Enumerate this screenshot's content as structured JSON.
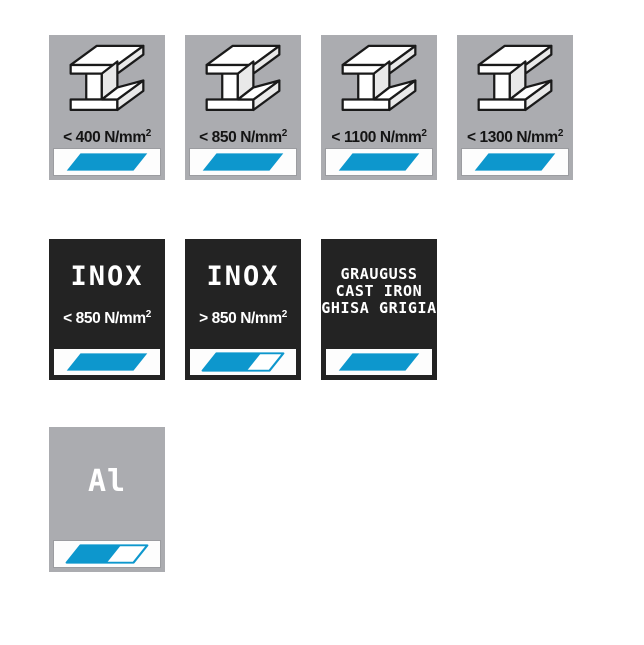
{
  "page": {
    "title": "Material capability chart",
    "background_color": "#ffffff"
  },
  "colors": {
    "accent_blue": "#0d97cd",
    "tile_grey": "#abacb0",
    "tile_dark": "#232323",
    "text_dark": "#141414",
    "text_light": "#ffffff",
    "gauge_fill": "#fdfdfd",
    "gauge_border": "#9b9ca0",
    "beam_stroke": "#1a1a1a",
    "beam_face": "#ffffff",
    "beam_face_shade": "#e9e9e9"
  },
  "rows": [
    {
      "row_name": "steel-row",
      "tiles": [
        {
          "id": "steel-400",
          "theme": "grey",
          "icon": "i-beam-icon",
          "strength_label": "< 400 N/mm",
          "strength_unit_sup": "2",
          "gauge_fill_ratio": 1.0,
          "gauge_style": "solid"
        },
        {
          "id": "steel-850",
          "theme": "grey",
          "icon": "i-beam-icon",
          "strength_label": "< 850 N/mm",
          "strength_unit_sup": "2",
          "gauge_fill_ratio": 1.0,
          "gauge_style": "solid"
        },
        {
          "id": "steel-1100",
          "theme": "grey",
          "icon": "i-beam-icon",
          "strength_label": "< 1100 N/mm",
          "strength_unit_sup": "2",
          "gauge_fill_ratio": 1.0,
          "gauge_style": "solid"
        },
        {
          "id": "steel-1300",
          "theme": "grey",
          "icon": "i-beam-icon",
          "strength_label": "< 1300 N/mm",
          "strength_unit_sup": "2",
          "gauge_fill_ratio": 1.0,
          "gauge_style": "solid"
        }
      ]
    },
    {
      "row_name": "stainless-and-castiron-row",
      "tiles": [
        {
          "id": "inox-below-850",
          "theme": "dark",
          "wordmark_lines": [
            "INOX"
          ],
          "wordmark_size": "big",
          "strength_label": "< 850 N/mm",
          "strength_unit_sup": "2",
          "gauge_fill_ratio": 1.0,
          "gauge_style": "solid"
        },
        {
          "id": "inox-above-850",
          "theme": "dark",
          "wordmark_lines": [
            "INOX"
          ],
          "wordmark_size": "big",
          "strength_label": "> 850 N/mm",
          "strength_unit_sup": "2",
          "gauge_fill_ratio": 0.55,
          "gauge_style": "partial"
        },
        {
          "id": "cast-iron",
          "theme": "dark",
          "wordmark_lines": [
            "GRAUGUSS",
            "CAST IRON",
            "GHISA GRIGIA"
          ],
          "wordmark_size": "multi",
          "strength_label": "",
          "strength_unit_sup": "",
          "gauge_fill_ratio": 1.0,
          "gauge_style": "solid"
        }
      ]
    },
    {
      "row_name": "aluminium-row",
      "tiles": [
        {
          "id": "aluminium",
          "theme": "grey",
          "wordmark_lines": [
            "Al"
          ],
          "wordmark_size": "al",
          "strength_label": "",
          "strength_unit_sup": "",
          "gauge_fill_ratio": 0.5,
          "gauge_style": "partial"
        }
      ]
    }
  ]
}
